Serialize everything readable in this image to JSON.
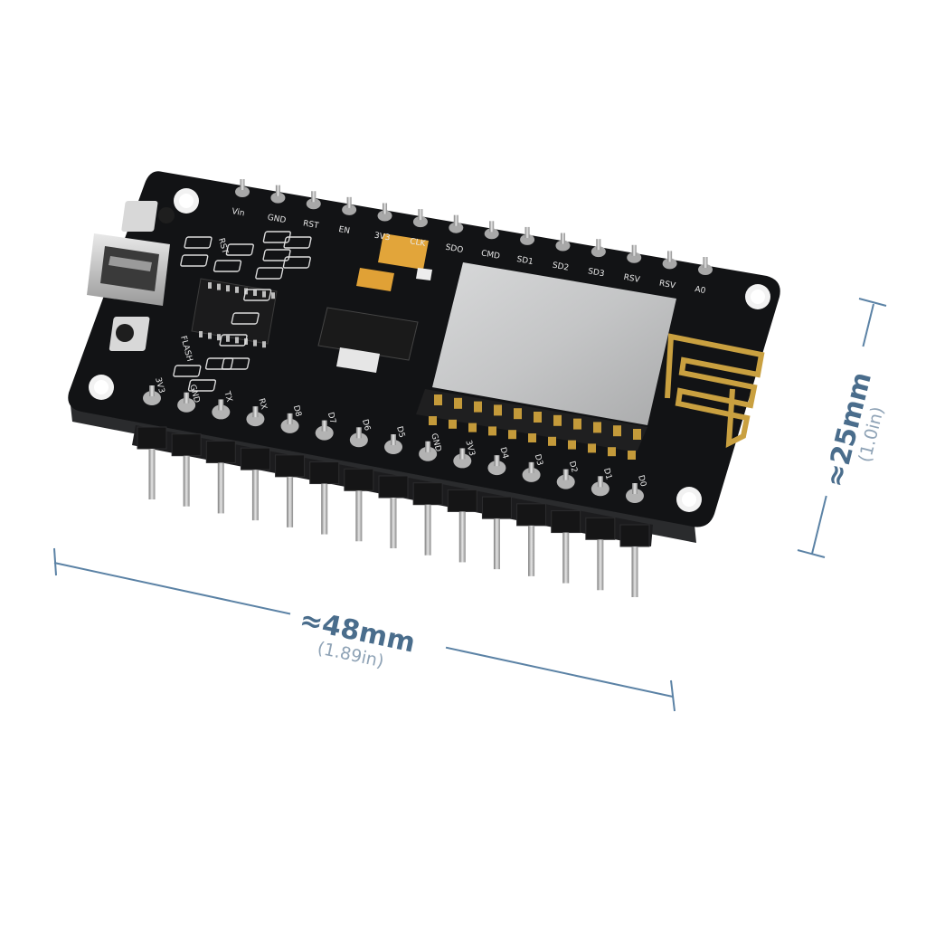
{
  "dimensions": {
    "width_label": "≈48mm",
    "width_sub": "(1.89in)",
    "height_label": "≈25mm",
    "height_sub": "(1.0in)"
  },
  "board": {
    "top_pins": [
      "Vin",
      "GND",
      "RST",
      "EN",
      "3V3",
      "CLK",
      "SDO",
      "CMD",
      "SD1",
      "SD2",
      "SD3",
      "RSV",
      "RSV",
      "A0"
    ],
    "bottom_pins": [
      "3V3",
      "GND",
      "TX",
      "RX",
      "D8",
      "D7",
      "D6",
      "D5",
      "GND",
      "3V3",
      "D4",
      "D3",
      "D2",
      "D1",
      "D0"
    ],
    "buttons": [
      "RST",
      "FLASH"
    ],
    "antenna_color": "#c9a040",
    "pcb_color": "#121315",
    "module_color": "#c9cacb"
  }
}
